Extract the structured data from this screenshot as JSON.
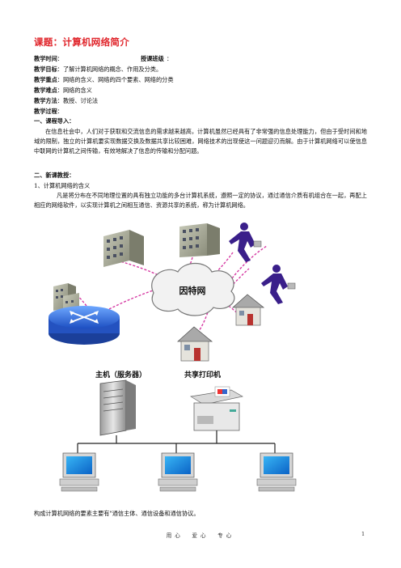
{
  "title": "课题：计算机网络简介",
  "meta": {
    "time_label": "教学时间",
    "time_value": "：",
    "class_label": "授课班级",
    "class_value": "：",
    "goal_label": "教学目标",
    "goal_value": "：了解计算机网络的概念、作用及分类。",
    "key_label": "教学重点",
    "key_value": "：网络的含义、网络的四个要素、网络的分类",
    "difficulty_label": "教学难点",
    "difficulty_value": "：网络的含义",
    "method_label": "教学方法",
    "method_value": "：教授、讨论法",
    "process_label": "教学过程",
    "process_value": "："
  },
  "section1": {
    "heading": "一、课程导入：",
    "body": "在信息社会中，人们对于获取和交流信息的需求越来越高，计算机虽然已经具有了非常强的信息处理能力，但由于受时间和地域的限制，独立的计算机要实现数据交换及数据共享比较困难，网络技术的出现使这一问题迎刃而解。由于计算机网络可以使信息中联网的计算机之间传输，有效地解决了信息的传输和分配问题。"
  },
  "section2": {
    "heading": "二、新课教授：",
    "sub1": "1、计算机网络的含义",
    "body": "凡是将分布在不同地理位置的具有独立功能的多台计算机系统，遵照一定的协议，通过通信介质有机组合在一起，再配上相应的网络软件，以实现计算机之间相互通信、资源共享的系统，称为计算机网络。"
  },
  "figure": {
    "cloud_label": "因特网",
    "server_label": "主机（服务器）",
    "printer_label": "共享打印机"
  },
  "closing": "构成计算机网络的要素主要有\"通信主体、通信设备和通信协议。",
  "footer": {
    "center": "用心　爱心　专心",
    "page": "1"
  }
}
